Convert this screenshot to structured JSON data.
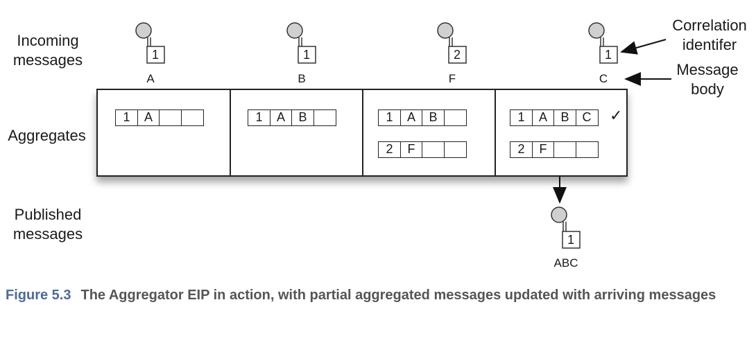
{
  "row_labels": {
    "incoming": "Incoming\nmessages",
    "aggregates": "Aggregates",
    "published": "Published\nmessages"
  },
  "annotations": {
    "correlation": "Correlation\nidentifer",
    "body": "Message\nbody"
  },
  "incoming_messages": [
    {
      "corr": "1",
      "body": "A"
    },
    {
      "corr": "1",
      "body": "B"
    },
    {
      "corr": "2",
      "body": "F"
    },
    {
      "corr": "1",
      "body": "C"
    }
  ],
  "aggregates": [
    {
      "rows": [
        [
          "1",
          "A",
          "",
          ""
        ]
      ]
    },
    {
      "rows": [
        [
          "1",
          "A",
          "B",
          ""
        ]
      ]
    },
    {
      "rows": [
        [
          "1",
          "A",
          "B",
          ""
        ],
        [
          "2",
          "F",
          "",
          ""
        ]
      ]
    },
    {
      "rows": [
        [
          "1",
          "A",
          "B",
          "C"
        ],
        [
          "2",
          "F",
          "",
          ""
        ]
      ],
      "complete_mark": "✓"
    }
  ],
  "published_message": {
    "corr": "1",
    "body": "ABC"
  },
  "caption": {
    "number": "Figure 5.3",
    "text": "The Aggregator EIP in action, with partial aggregated messages updated with arriving messages"
  }
}
